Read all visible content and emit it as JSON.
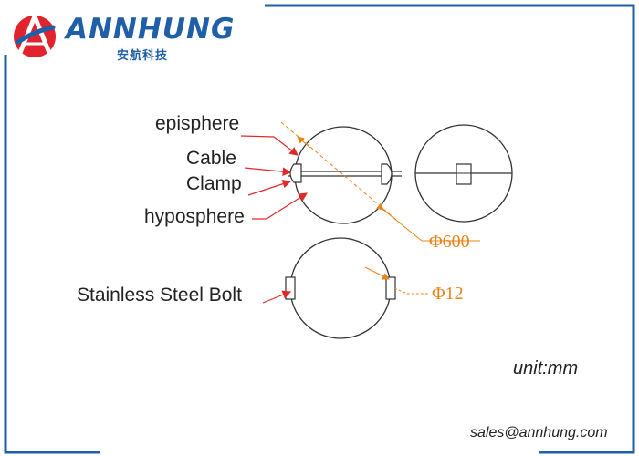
{
  "header": {
    "brand_name": "ANNHUNG",
    "brand_cn": "安航科技",
    "logo_letter": "A"
  },
  "diagram": {
    "labels": {
      "episphere": "episphere",
      "cable": "Cable",
      "clamp": "Clamp",
      "hyposphere": "hyposphere",
      "bolt": "Stainless Steel Bolt"
    },
    "dimensions": {
      "outer": "Φ600",
      "bolt": "Φ12"
    },
    "unit": "unit:mm"
  },
  "footer": {
    "email": "sales@annhung.com"
  },
  "colors": {
    "frame_blue": "#1f5fa8",
    "logo_red": "#e0232c",
    "leader_red": "#e02a2a",
    "dimension_orange": "#e8841a"
  }
}
